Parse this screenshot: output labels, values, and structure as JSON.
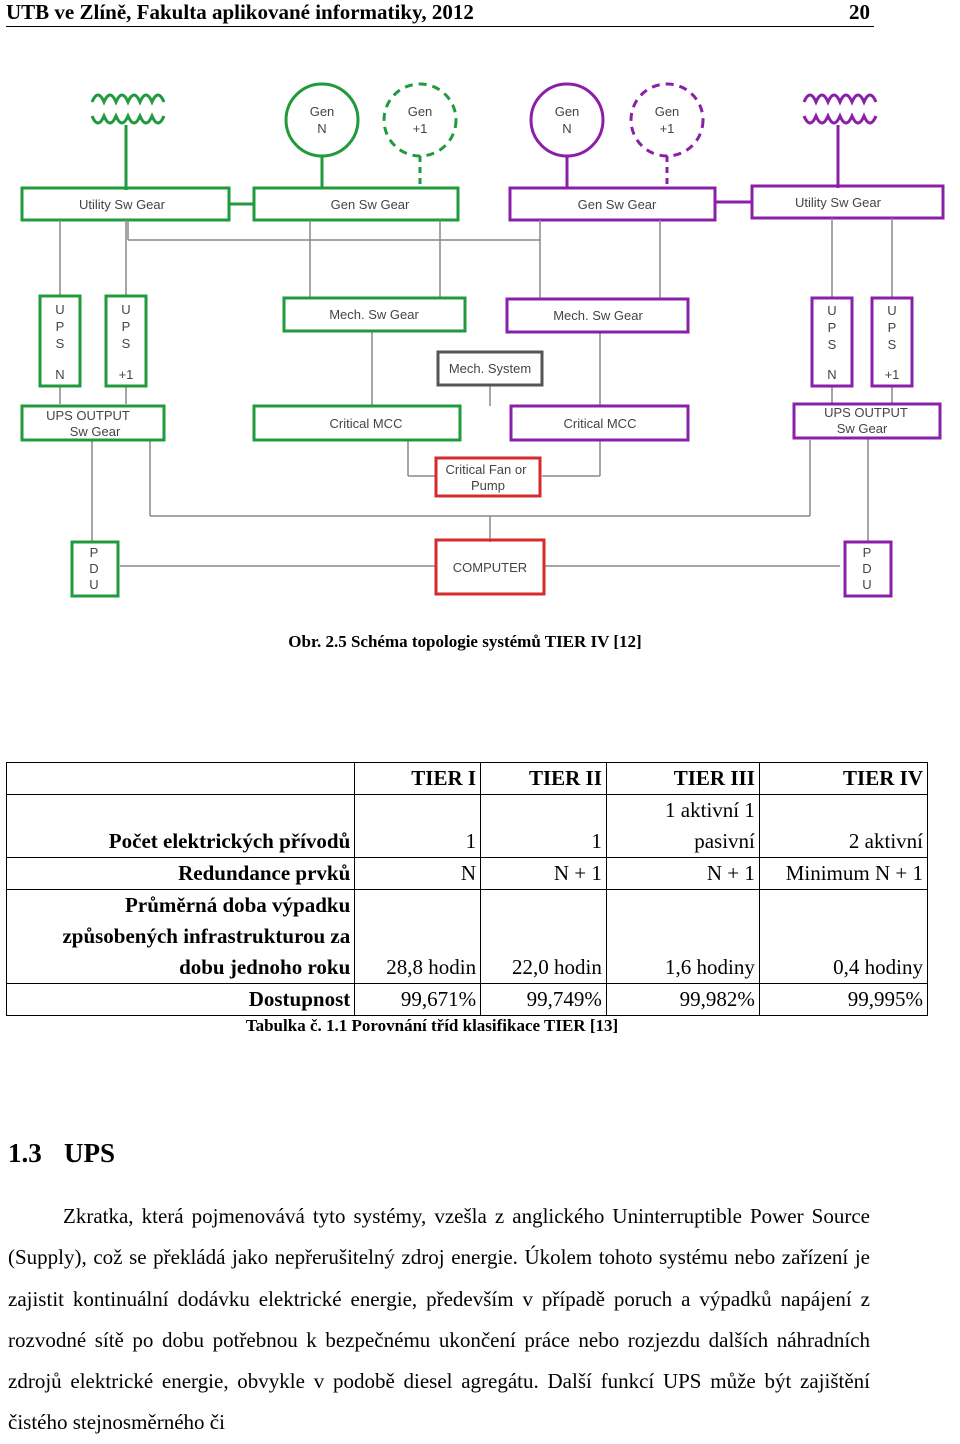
{
  "header": {
    "title": "UTB ve Zlíně, Fakulta aplikované informatiky, 2012",
    "page_number": "20"
  },
  "diagram": {
    "gen_left_n_top": "Gen",
    "gen_left_n_bottom": "N",
    "gen_left_n1_top": "Gen",
    "gen_left_n1_bottom": "+1",
    "gen_right_n_top": "Gen",
    "gen_right_n_bottom": "N",
    "gen_right_n1_top": "Gen",
    "gen_right_n1_bottom": "+1",
    "utility_sw_gear_left": "Utility Sw Gear",
    "gen_sw_gear_left": "Gen Sw Gear",
    "gen_sw_gear_right": "Gen Sw Gear",
    "utility_sw_gear_right": "Utility Sw Gear",
    "mech_sw_gear_left": "Mech. Sw Gear",
    "mech_sw_gear_right": "Mech. Sw Gear",
    "mech_system": "Mech. System",
    "ups_letters": [
      "U",
      "P",
      "S"
    ],
    "ups_n": "N",
    "ups_n1": "+1",
    "ups_output_left_line1": "UPS OUTPUT",
    "ups_output_left_line2": "Sw Gear",
    "ups_output_right_line1": "UPS OUTPUT",
    "ups_output_right_line2": "Sw Gear",
    "critical_mcc_left": "Critical MCC",
    "critical_mcc_right": "Critical MCC",
    "critical_fan_line1": "Critical Fan or",
    "critical_fan_line2": "Pump",
    "pdu_letters": [
      "P",
      "D",
      "U"
    ],
    "computer": "COMPUTER",
    "colors": {
      "green": "#1f9a3c",
      "purple": "#8a1fa8",
      "red": "#d42b2b",
      "line": "#888888"
    }
  },
  "figure_caption": "Obr. 2.5 Schéma topologie systémů TIER IV [12]",
  "table": {
    "headers": [
      "",
      "TIER I",
      "TIER II",
      "TIER III",
      "TIER IV"
    ],
    "rows": [
      {
        "label": "Počet elektrických přívodů",
        "t1": "1",
        "t2": "1",
        "t3_line1": "1 aktivní 1",
        "t3_line2": "pasivní",
        "t4": "2 aktivní"
      },
      {
        "label": "Redundance prvků",
        "t1": "N",
        "t2": "N + 1",
        "t3": "N + 1",
        "t4": "Minimum N + 1"
      },
      {
        "label_line1": "Průměrná doba výpadku",
        "label_line2": "způsobených infrastrukturou za",
        "label_line3": "dobu jednoho roku",
        "t1": "28,8 hodin",
        "t2": "22,0 hodin",
        "t3": "1,6 hodiny",
        "t4": "0,4 hodiny"
      },
      {
        "label": "Dostupnost",
        "t1": "99,671%",
        "t2": "99,749%",
        "t3": "99,982%",
        "t4": "99,995%"
      }
    ]
  },
  "table_caption": "Tabulka č. 1.1 Porovnání tříd klasifikace TIER [13]",
  "section": {
    "number": "1.3",
    "title": "UPS"
  },
  "paragraph": "Zkratka, která pojmenovává tyto systémy, vzešla z anglického Uninterruptible Power Source (Supply), což se překládá jako nepřerušitelný zdroj energie. Úkolem tohoto systému nebo zařízení je zajistit kontinuální dodávku elektrické energie, především v případě poruch a výpadků napájení z rozvodné sítě po dobu potřebnou k bezpečnému ukončení práce nebo rozjezdu dalších náhradních zdrojů elektrické energie, obvykle v podobě diesel agregátu. Další funkcí UPS může být zajištění čistého stejnosměrného či"
}
